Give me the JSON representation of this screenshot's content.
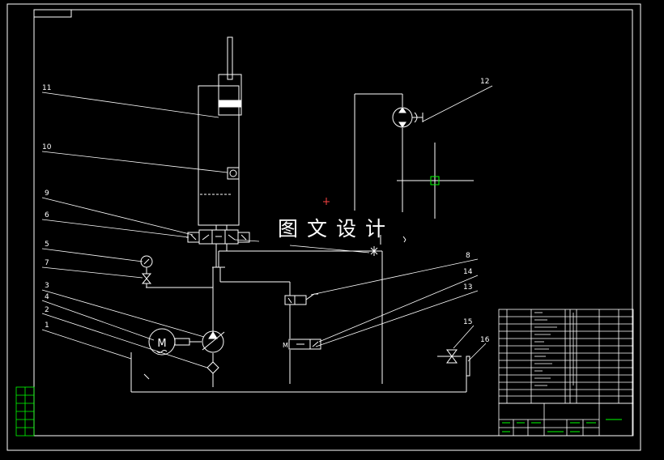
{
  "callouts": [
    "11",
    "10",
    "9",
    "6",
    "5",
    "7",
    "3",
    "4",
    "2",
    "1",
    "12",
    "8",
    "14",
    "13",
    "15",
    "16"
  ],
  "watermark": "图文设计",
  "colors": {
    "background": "#000000",
    "line": "#ffffff",
    "accent": "#00ff00",
    "pipe_dash": "#ff4444"
  }
}
